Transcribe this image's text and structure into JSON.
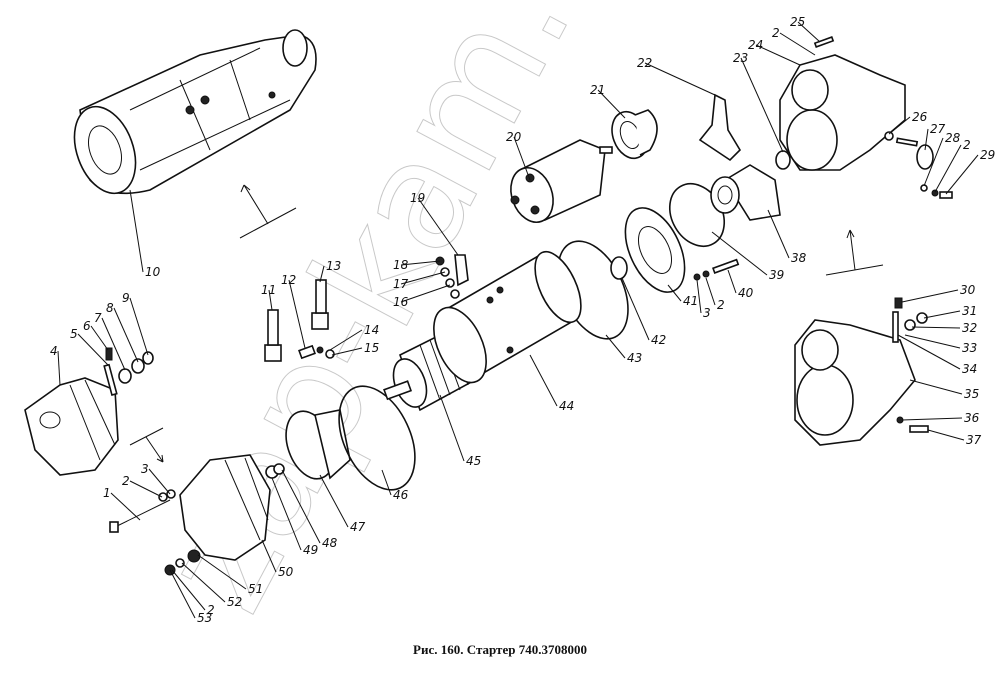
{
  "figure": {
    "caption": "Рис. 160. Стартер 740.3708000",
    "watermark": "zap-kam.ru"
  },
  "callouts": [
    "1",
    "2",
    "3",
    "4",
    "5",
    "6",
    "7",
    "8",
    "9",
    "10",
    "11",
    "12",
    "13",
    "14",
    "15",
    "16",
    "17",
    "18",
    "19",
    "20",
    "21",
    "22",
    "23",
    "24",
    "2",
    "25",
    "26",
    "27",
    "28",
    "2",
    "29",
    "30",
    "31",
    "32",
    "33",
    "34",
    "35",
    "36",
    "37",
    "38",
    "39",
    "40",
    "2",
    "3",
    "41",
    "42",
    "43",
    "44",
    "45",
    "46",
    "47",
    "48",
    "49",
    "50",
    "51",
    "52",
    "2",
    "53"
  ]
}
